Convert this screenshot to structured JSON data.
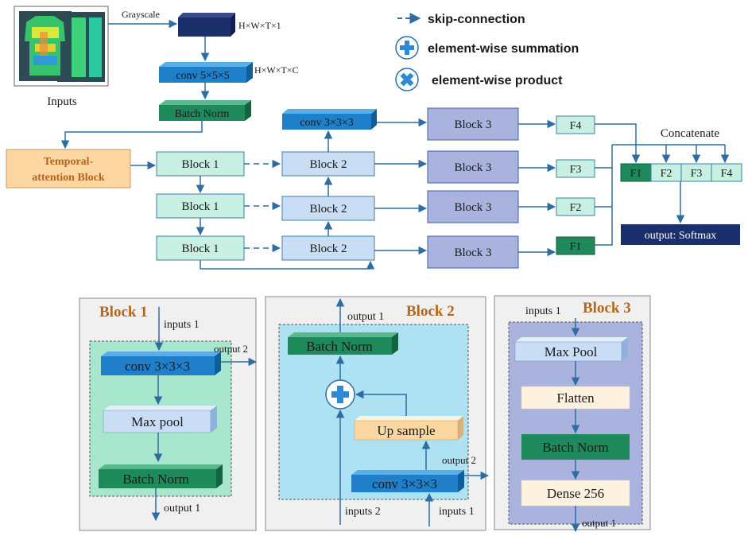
{
  "top": {
    "inputs_label": "Inputs",
    "grayscale_label": "Grayscale",
    "shape_1": "H×W×T×1",
    "shape_c": "H×W×T×C",
    "conv555": "conv 5×5×5",
    "batch_norm": "Batch Norm",
    "temporal_line1": "Temporal-",
    "temporal_line2": "attention Block",
    "block1": "Block 1",
    "block2": "Block 2",
    "block3": "Block 3",
    "conv333": "conv 3×3×3",
    "f1": "F1",
    "f2": "F2",
    "f3": "F3",
    "f4": "F4",
    "concatenate": "Concatenate",
    "output_softmax": "output: Softmax"
  },
  "legend": {
    "skip": "skip-connection",
    "sum": "element-wise summation",
    "product": "element-wise product"
  },
  "detail_block1": {
    "title": "Block 1",
    "inputs": "inputs 1",
    "conv": "conv 3×3×3",
    "pool": "Max pool",
    "bn": "Batch Norm",
    "output1": "output 1",
    "output2": "output 2"
  },
  "detail_block2": {
    "title": "Block 2",
    "output1": "output 1",
    "bn": "Batch Norm",
    "upsample": "Up sample",
    "conv": "conv 3×3×3",
    "output2": "output 2",
    "inputs2": "inputs 2",
    "inputs1": "inputs 1"
  },
  "detail_block3": {
    "title": "Block 3",
    "inputs": "inputs 1",
    "pool": "Max Pool",
    "flatten": "Flatten",
    "bn": "Batch Norm",
    "dense": "Dense 256",
    "output1": "output 1"
  },
  "colors": {
    "arrow": "#2e6da4",
    "conv_blue": "#1f7fc9",
    "bn_green": "#1e8a5c",
    "block_mint": "#c8f0e2",
    "block_lightblue": "#c9ddf5",
    "block_lavender": "#a9b3de",
    "temporal_orange": "#fcd7a2",
    "title_brown": "#b5651d",
    "navy": "#1b2f6b"
  }
}
